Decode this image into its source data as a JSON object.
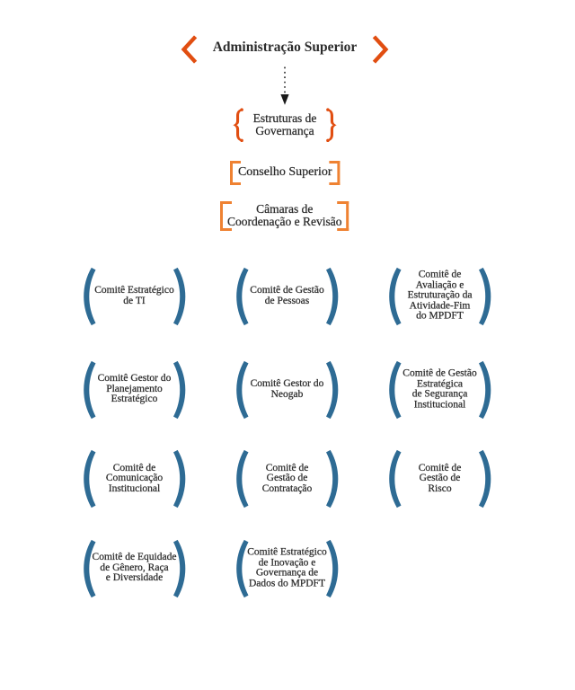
{
  "colors": {
    "orange_deep": "#E14E11",
    "orange_light": "#EF8232",
    "blue": "#2E6B94",
    "text": "#2B2B2B",
    "arrow": "#1A1A1A",
    "background": "#FFFFFF"
  },
  "header": {
    "title": "Administração Superior",
    "prev_icon": "chevron-left",
    "next_icon": "chevron-right"
  },
  "governance_node": {
    "label": "Estruturas de Governança",
    "lines": [
      "Estruturas de",
      "Governança"
    ]
  },
  "council_nodes": [
    {
      "label": "Conselho Superior",
      "lines": [
        "Conselho Superior"
      ]
    },
    {
      "label": "Câmaras de Coordenação e Revisão",
      "lines": [
        "Câmaras de",
        "Coordenação e Revisão"
      ]
    }
  ],
  "committees": [
    {
      "label": "Comitê Estratégico de TI",
      "lines": [
        "Comitê Estratégico",
        "de TI"
      ]
    },
    {
      "label": "Comitê de Gestão de Pessoas",
      "lines": [
        "Comitê de Gestão",
        "de Pessoas"
      ]
    },
    {
      "label": "Comitê de Avaliação e Estruturação da Atividade-Fim do MPDFT",
      "lines": [
        "Comitê de",
        "Avaliação e",
        "Estruturação da",
        "Atividade-Fim",
        "do MPDFT"
      ]
    },
    {
      "label": "Comitê Gestor do Planejamento Estratégico",
      "lines": [
        "Comitê Gestor do",
        "Planejamento",
        "Estratégico"
      ]
    },
    {
      "label": "Comitê Gestor do Neogab",
      "lines": [
        "Comitê Gestor do",
        "Neogab"
      ]
    },
    {
      "label": "Comitê de Gestão Estratégica de Segurança Institucional",
      "lines": [
        "Comitê de Gestão",
        "Estratégica",
        "de Segurança",
        "Institucional"
      ]
    },
    {
      "label": "Comitê de Comunicação Institucional",
      "lines": [
        "Comitê de",
        "Comunicação",
        "Institucional"
      ]
    },
    {
      "label": "Comitê de Gestão de Contratação",
      "lines": [
        "Comitê de",
        "Gestão de",
        "Contratação"
      ]
    },
    {
      "label": "Comitê de Gestão de Risco",
      "lines": [
        "Comitê de",
        "Gestão de",
        "Risco"
      ]
    },
    {
      "label": "Comitê de Equidade de Gênero, Raça e Diversidade",
      "lines": [
        "Comitê de Equidade",
        "de Gênero, Raça",
        "e Diversidade"
      ]
    },
    {
      "label": "Comitê Estratégico de Inovação e Governança de Dados do MPDFT",
      "lines": [
        "Comitê Estratégico",
        "de Inovação e",
        "Governança de",
        "Dados do MPDFT"
      ]
    }
  ]
}
